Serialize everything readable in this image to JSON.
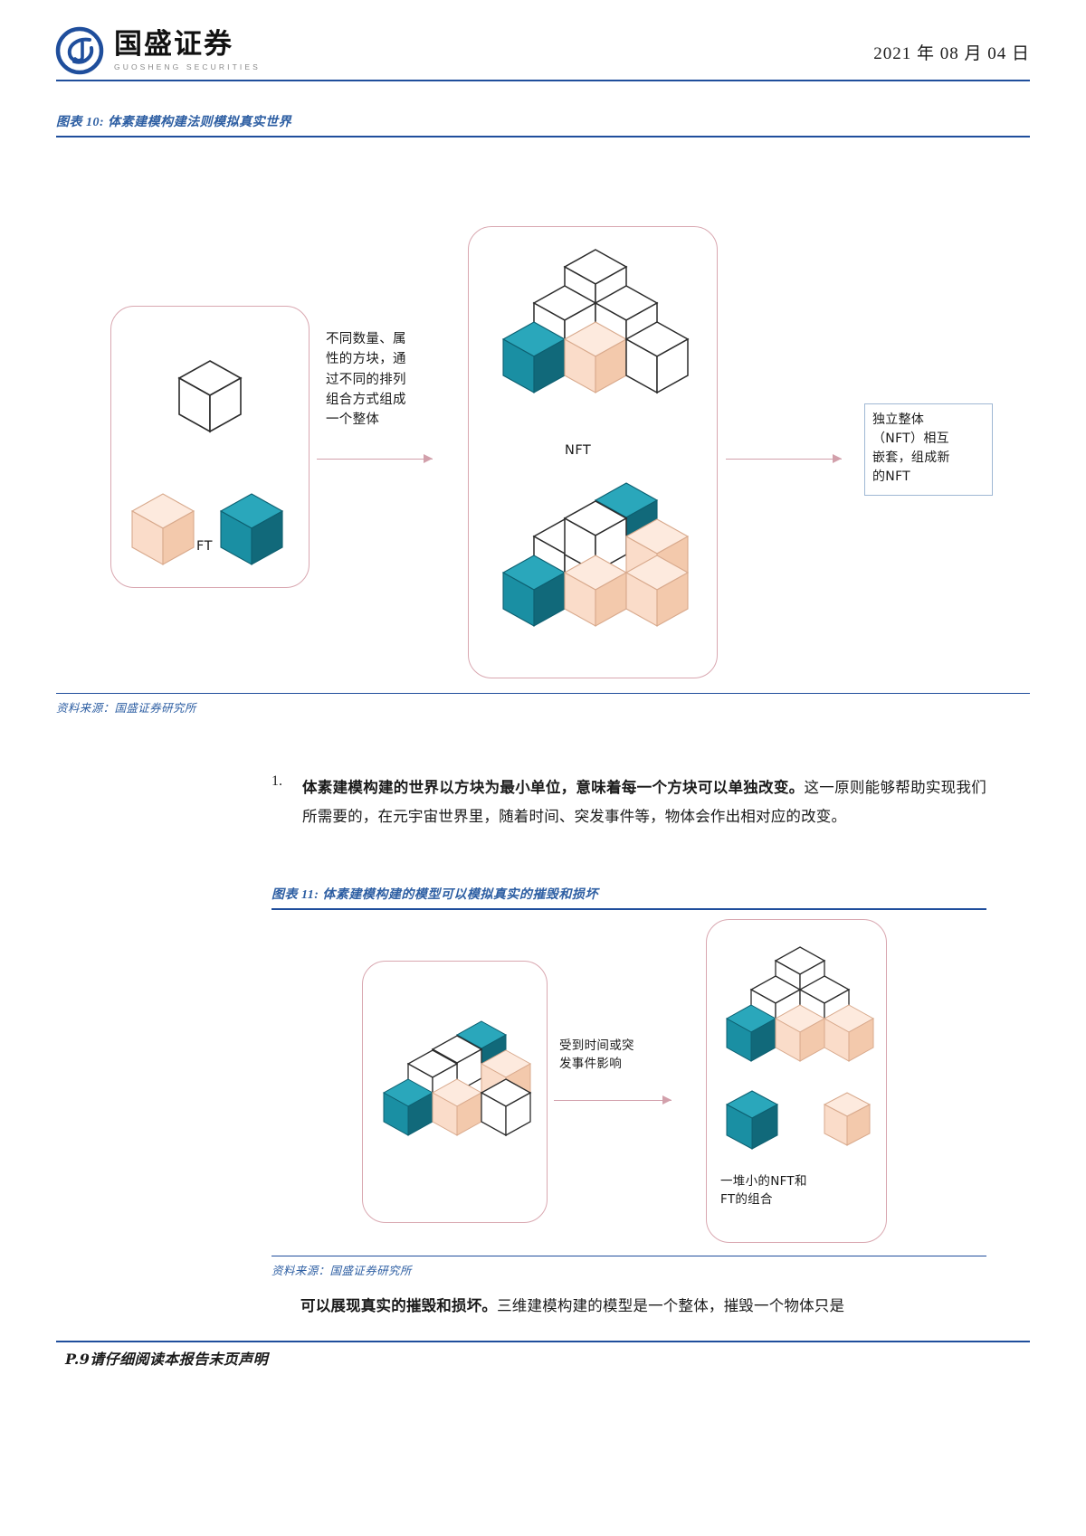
{
  "header": {
    "logo_cn": "国盛证券",
    "logo_en": "GUOSHENG SECURITIES",
    "date": "2021 年 08 月 04 日",
    "logo_color": "#1f4e9c",
    "rule_color": "#1f4e9c"
  },
  "figure10": {
    "caption": "图表 10: 体素建模构建法则模拟真实世界",
    "source": "资料来源：国盛证券研究所",
    "left_label": "FT",
    "middle_label": "NFT",
    "note_lines": [
      "不同数量、属",
      "性的方块，通",
      "过不同的排列",
      "组合方式组成",
      "一个整体"
    ],
    "callout_lines": [
      "独立整体",
      "（NFT）相互",
      "嵌套，组成新",
      "的NFT"
    ],
    "colors": {
      "teal": "#1a8fa3",
      "teal_dark": "#11697a",
      "teal_top": "#2aa7bb",
      "peach": "#fadcc9",
      "peach_dark": "#eeb896",
      "peach_top": "#fdeade",
      "white_face": "#ffffff",
      "outline": "#2b2b2b",
      "container_border": "#d9a7b0",
      "callout_border": "#9fb8d4",
      "arrow": "#d2a0ab"
    }
  },
  "paragraph1": {
    "number": "1.",
    "bold_lead": "体素建模构建的世界以方块为最小单位，意味着每一个方块可以单独改变。",
    "rest": "这一原则能够帮助实现我们所需要的，在元宇宙世界里，随着时间、突发事件等，物体会作出相对应的改变。"
  },
  "figure11": {
    "caption": "图表 11: 体素建模构建的模型可以模拟真实的摧毁和损坏",
    "source": "资料来源：国盛证券研究所",
    "note_lines": [
      "受到时间或突",
      "发事件影响"
    ],
    "result_lines": [
      "一堆小的NFT和",
      "FT的组合"
    ]
  },
  "paragraph2": {
    "bold_lead": "可以展现真实的摧毁和损坏。",
    "rest": "三维建模构建的模型是一个整体，摧毁一个物体只是"
  },
  "footer": {
    "text": "P.9请仔细阅读本报告末页声明"
  }
}
